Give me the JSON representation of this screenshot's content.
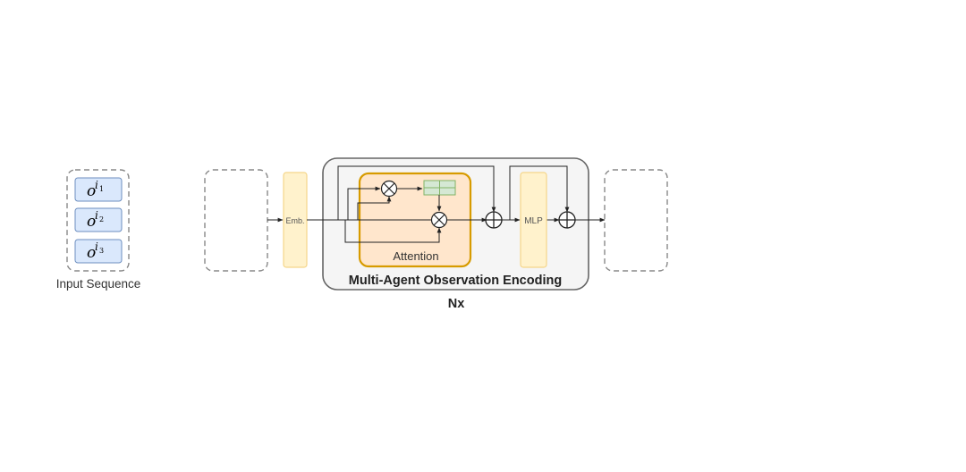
{
  "input": {
    "label": "Input Sequence",
    "tokens": [
      {
        "base": "o",
        "sup": "i",
        "sub": "1"
      },
      {
        "base": "o",
        "sup": "i",
        "sub": "2"
      },
      {
        "base": "o",
        "sup": "i",
        "sub": "3"
      }
    ]
  },
  "embedding": {
    "label": "Emb."
  },
  "attention": {
    "label": "Attention"
  },
  "mlp": {
    "label": "MLP"
  },
  "encoder": {
    "title": "Multi-Agent Observation Encoding",
    "repeat": "Nx"
  },
  "colors": {
    "token_fill": "#dae8fc",
    "token_stroke": "#6c8ebf",
    "emb_fill": "#fff2cc",
    "emb_stroke": "#f5d68a",
    "attention_fill": "#ffe6cc",
    "attention_stroke": "#d79b00",
    "encoder_fill": "#f5f5f5",
    "encoder_stroke": "#666666",
    "matrix_fill": "#d5e8d4",
    "matrix_stroke": "#82b366",
    "dashed_stroke": "#888888",
    "line": "#222222"
  }
}
